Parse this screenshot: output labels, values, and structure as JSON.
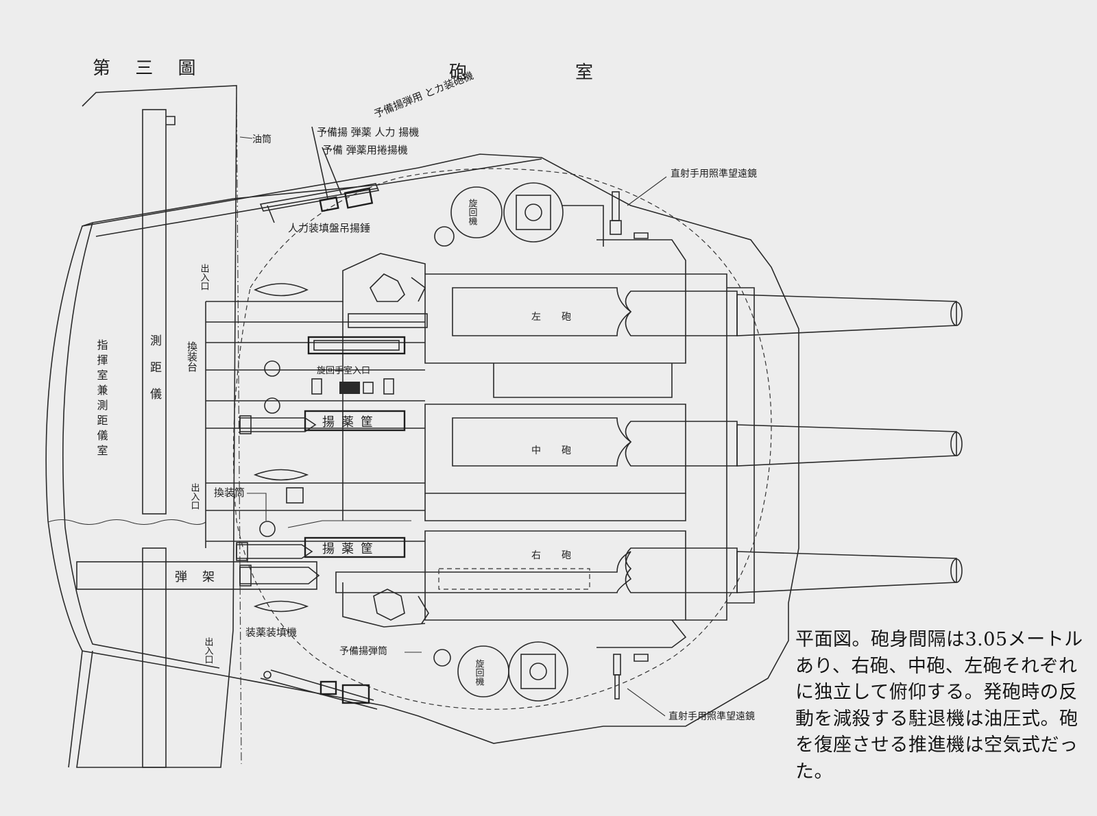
{
  "figure_label": "第 三 圖",
  "room_title": "砲　　　室",
  "labels": {
    "top_note": "予備揚弾用 とカ装砲機",
    "oil_cylinder": "油筒",
    "reserve_hoist_1": "予備揚 弾薬 人力 揚機",
    "reserve_hoist_2": "予備 弾薬用捲揚機",
    "manual_loading": "人力装填盤吊揚錘",
    "direct_sight_top": "直射手用照準望遠鏡",
    "direct_sight_bottom": "直射手用照準望遠鏡",
    "training_gear_top": "旋回機",
    "training_gear_bottom": "旋回機",
    "entrance_1": "出入口",
    "entrance_2": "出入口",
    "entrance_3": "出入口",
    "loading_platform": "換装台",
    "rangefinder": "測距儀",
    "command_room": "指揮室兼測距儀室",
    "train_hand_entrance": "旋回手室入口",
    "hoist_upper": "揚薬筐",
    "hoist_lower": "揚薬筐",
    "loading_tube": "換装筒",
    "shell_rack": "弾架",
    "rammer": "装薬装填機",
    "reserve_shell_hoist": "予備揚弾筒",
    "gun_left": "左砲",
    "gun_center": "中砲",
    "gun_right": "右砲"
  },
  "caption": "平面図。砲身間隔は3.05メートルあり、右砲、中砲、左砲それぞれに独立して俯仰する。発砲時の反動を減殺する駐退機は油圧式。砲を復座させる推進機は空気式だった。"
}
